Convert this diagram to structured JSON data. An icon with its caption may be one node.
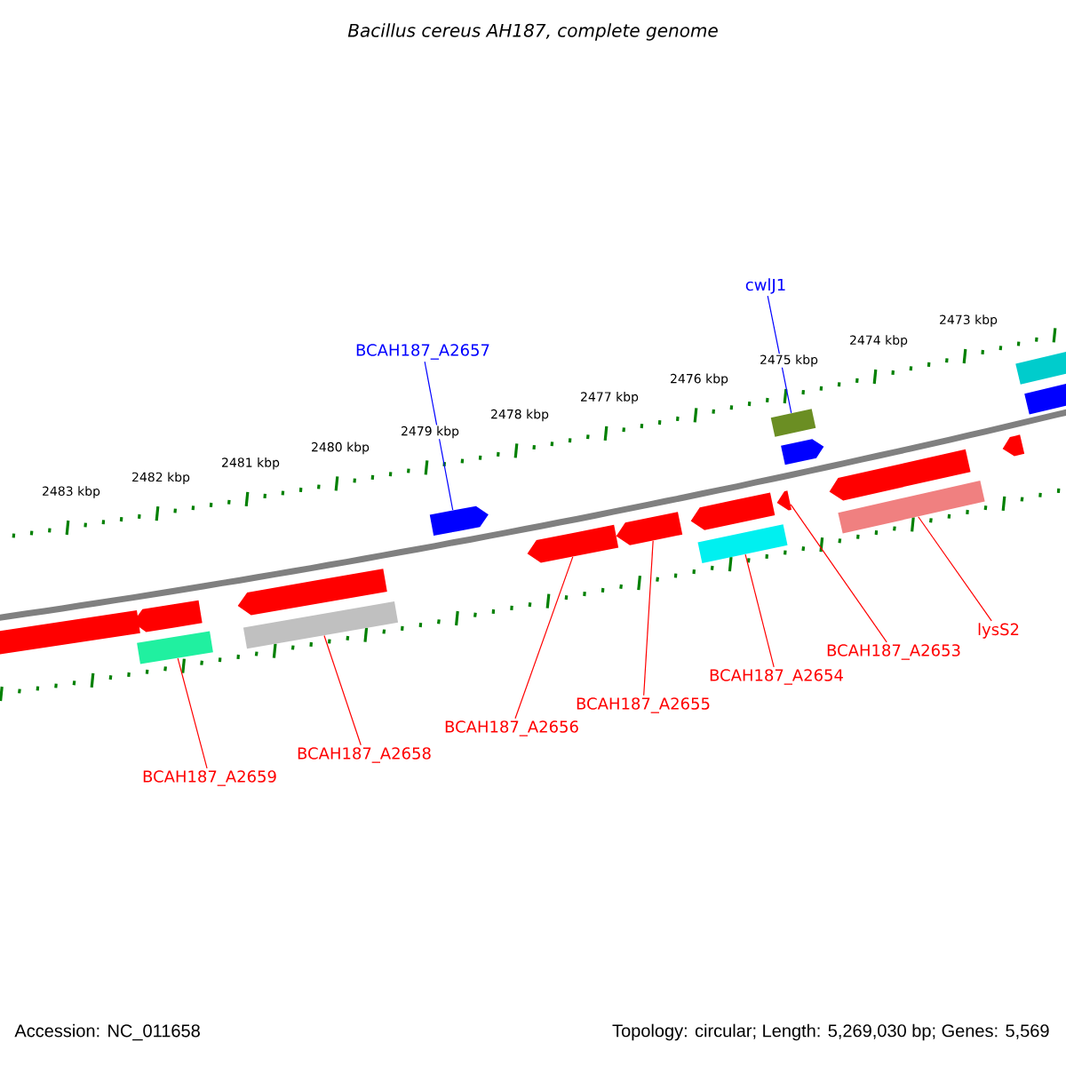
{
  "diagram": {
    "title": "Bacillus cereus AH187, complete genome",
    "nodes": [
      {
        "text": [],
        "shape": "box"
      },
      {
        "text": [],
        "shape": "arrow"
      },
      {
        "text": [],
        "shape": "box"
      },
      {
        "text": [],
        "shape": "arrow"
      },
      {
        "text": [],
        "shape": "box"
      },
      {
        "text": [],
        "shape": "arrow"
      },
      {
        "text": [],
        "shape": "arrow"
      },
      {
        "text": [],
        "shape": "arrow"
      },
      {
        "text": [],
        "shape": "arrow"
      },
      {
        "text": [],
        "shape": "box"
      },
      {
        "text": [],
        "shape": "box"
      },
      {
        "text": [],
        "shape": "arrow"
      },
      {
        "text": [],
        "shape": "arrow"
      },
      {
        "text": [],
        "shape": "arrow"
      },
      {
        "text": [],
        "shape": "box"
      },
      {
        "text": [],
        "shape": "arrow"
      },
      {
        "text": [],
        "shape": "box"
      },
      {
        "text": [],
        "shape": "box"
      },
      {
        "text": [
          "BCAH187_A2657"
        ]
      },
      {
        "text": [
          "cwlJ1"
        ]
      },
      {
        "text": [
          "BCAH187_A2659"
        ]
      },
      {
        "text": [
          "BCAH187_A2658"
        ]
      },
      {
        "text": [
          "BCAH187_A2656"
        ]
      },
      {
        "text": [
          "BCAH187_A2655"
        ]
      },
      {
        "text": [
          "BCAH187_A2654"
        ]
      },
      {
        "text": [
          "BCAH187_A2653"
        ]
      },
      {
        "text": [
          "lysS2"
        ]
      }
    ],
    "edges": [
      {
        "from": 18,
        "to": 5,
        "arrow": "none",
        "color": "#0000ff"
      },
      {
        "from": 19,
        "to": 10,
        "arrow": "none",
        "color": "#0000ff"
      },
      {
        "from": 20,
        "to": 2,
        "arrow": "none"
      },
      {
        "from": 21,
        "to": 4,
        "arrow": "none"
      },
      {
        "from": 22,
        "to": 6,
        "arrow": "none"
      },
      {
        "from": 23,
        "to": 7,
        "arrow": "none"
      },
      {
        "from": 24,
        "to": 9,
        "arrow": "none"
      },
      {
        "from": 25,
        "to": 11,
        "arrow": "none"
      },
      {
        "from": 26,
        "to": 14,
        "arrow": "none"
      }
    ],
    "labels": [
      "2483 kbp",
      "2482 kbp",
      "2481 kbp",
      "2480 kbp",
      "2479 kbp",
      "2478 kbp",
      "2477 kbp",
      "2476 kbp",
      "2475 kbp",
      "2474 kbp",
      "2473 kbp",
      "Accession: NC_011658",
      "Topology: circular; Length: 5,269,030 bp; Genes: 5,569"
    ]
  }
}
